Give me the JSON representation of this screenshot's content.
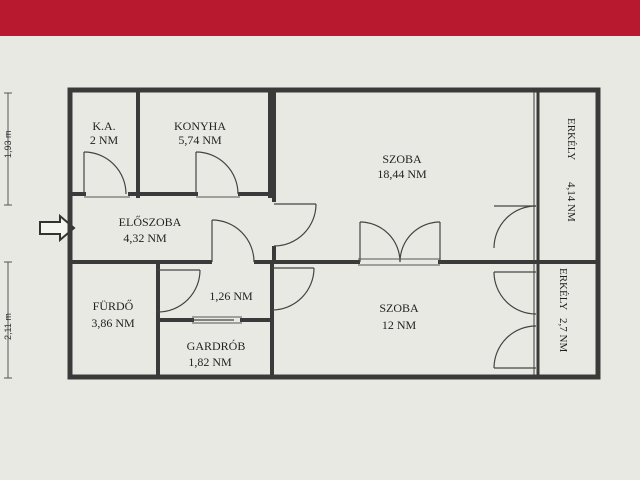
{
  "colors": {
    "paper": "#e9e9e4",
    "wall": "#3a3a3a",
    "ink": "#222222",
    "background": "#b8192e"
  },
  "rooms": [
    {
      "id": "ka",
      "name": "K.A.",
      "area": "2 NM"
    },
    {
      "id": "konyha",
      "name": "KONYHA",
      "area": "5,74 NM"
    },
    {
      "id": "szoba1",
      "name": "SZOBA",
      "area": "18,44 NM"
    },
    {
      "id": "erkely1",
      "name": "ERKÉLY",
      "area": "4,14 NM"
    },
    {
      "id": "eloszoba",
      "name": "ELŐSZOBA",
      "area": "4,32 NM"
    },
    {
      "id": "hall",
      "name": "",
      "area": "1,26 NM"
    },
    {
      "id": "furdo",
      "name": "FÜRDŐ",
      "area": "3,86 NM"
    },
    {
      "id": "gardrob",
      "name": "GARDRÓB",
      "area": "1,82 NM"
    },
    {
      "id": "szoba2",
      "name": "SZOBA",
      "area": "12 NM"
    },
    {
      "id": "erkely2",
      "name": "ERKÉLY",
      "area": "2,7 NM"
    }
  ],
  "dimensions": [
    {
      "id": "upper",
      "label": "1,93 m"
    },
    {
      "id": "lower",
      "label": "2,11 m"
    }
  ],
  "icons": {
    "entrance": "entrance-arrow-icon"
  }
}
